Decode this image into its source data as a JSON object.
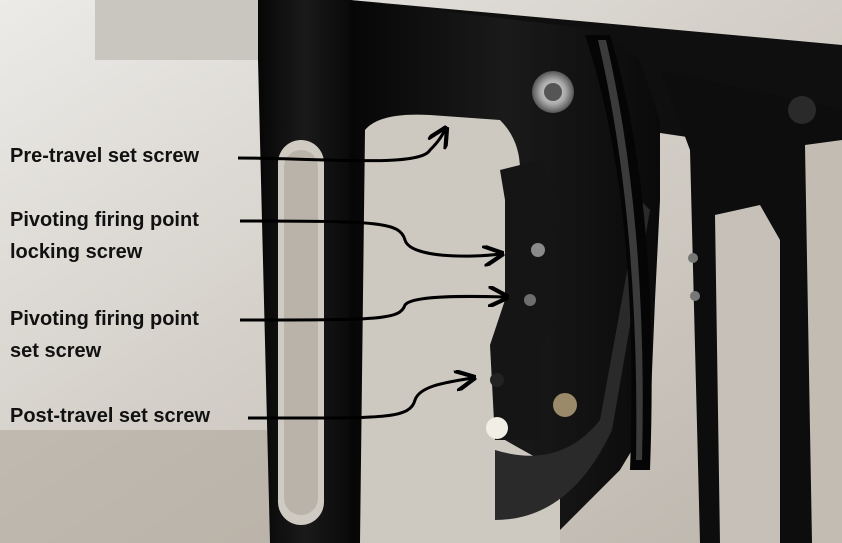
{
  "photo": {
    "subject": "black-anodized-trigger-mechanism",
    "background_color": "#d9d5cf",
    "metal_color": "#121212",
    "arrow_color": "#000000"
  },
  "callouts": [
    {
      "lines": [
        "Pre-travel set screw"
      ]
    },
    {
      "lines": [
        "Pivoting firing point",
        "locking screw"
      ]
    },
    {
      "lines": [
        "Pivoting firing point",
        "set screw"
      ]
    },
    {
      "lines": [
        "Post-travel set screw"
      ]
    }
  ]
}
